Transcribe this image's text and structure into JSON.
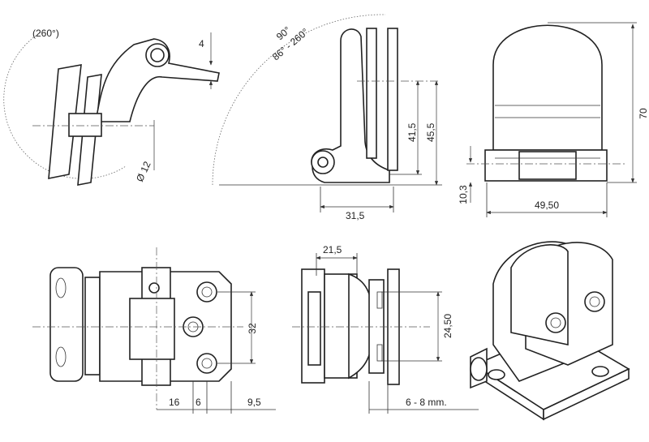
{
  "drawing": {
    "side_view_opening": {
      "angle_label": "(260°)",
      "hole_label": "Ø 12",
      "thickness_label": "4"
    },
    "side_view_profile": {
      "angle_line1": "90°",
      "angle_line2": "86° - 260°",
      "height_a": "41,5",
      "height_b": "45,5",
      "depth": "31,5"
    },
    "front_view": {
      "height": "70",
      "base_height": "10,3",
      "width": "49,50"
    },
    "top_view": {
      "hole_spacing": "32",
      "dim_a": "16",
      "dim_b": "6",
      "dim_c": "9,5"
    },
    "plan_view": {
      "offset": "21,5",
      "glass_holes": "24,50",
      "glass_range": "6 - 8 mm."
    }
  }
}
